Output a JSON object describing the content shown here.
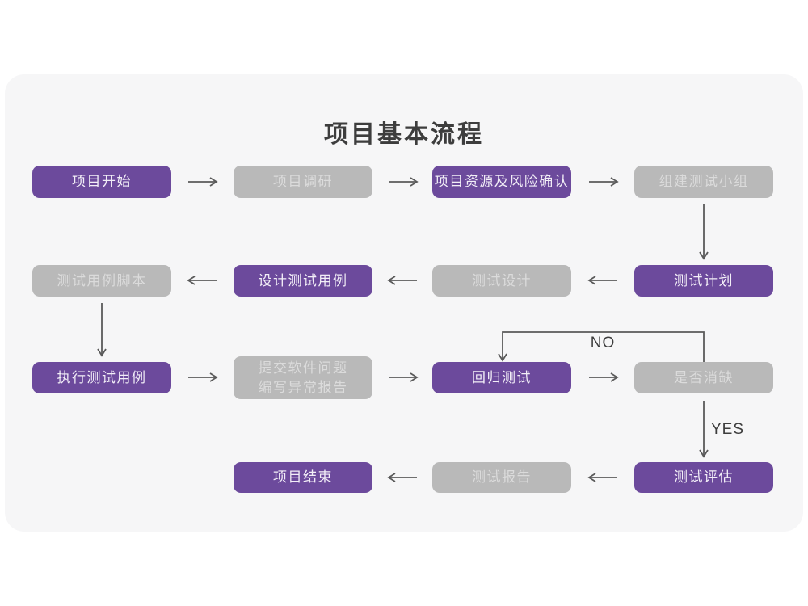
{
  "title": "项目基本流程",
  "decision_labels": {
    "no": "NO",
    "yes": "YES"
  },
  "colors": {
    "background": "#ffffff",
    "card": "#f6f6f7",
    "primary_box": "#6c4a9c",
    "primary_text": "#f2eef7",
    "secondary_box": "#b9b9b9",
    "secondary_text": "#dbdbdb",
    "arrow": "#5a5a5a",
    "title_text": "#3d3d3d"
  },
  "nodes": [
    {
      "id": "project-start",
      "label": "项目开始",
      "type": "primary"
    },
    {
      "id": "project-research",
      "label": "项目调研",
      "type": "secondary"
    },
    {
      "id": "project-resources-risk",
      "label": "项目资源及风险确认",
      "type": "primary"
    },
    {
      "id": "build-test-team",
      "label": "组建测试小组",
      "type": "secondary"
    },
    {
      "id": "test-plan",
      "label": "测试计划",
      "type": "primary"
    },
    {
      "id": "test-design",
      "label": "测试设计",
      "type": "secondary"
    },
    {
      "id": "design-test-cases",
      "label": "设计测试用例",
      "type": "primary"
    },
    {
      "id": "test-case-scripts",
      "label": "测试用例脚本",
      "type": "secondary"
    },
    {
      "id": "execute-test-cases",
      "label": "执行测试用例",
      "type": "primary"
    },
    {
      "id": "submit-issues-report",
      "label": "提交软件问题\n编写异常报告",
      "type": "secondary"
    },
    {
      "id": "regression-test",
      "label": "回归测试",
      "type": "primary"
    },
    {
      "id": "defect-resolved",
      "label": "是否消缺",
      "type": "secondary"
    },
    {
      "id": "test-evaluation",
      "label": "测试评估",
      "type": "primary"
    },
    {
      "id": "test-report",
      "label": "测试报告",
      "type": "secondary"
    },
    {
      "id": "project-end",
      "label": "项目结束",
      "type": "primary"
    }
  ]
}
